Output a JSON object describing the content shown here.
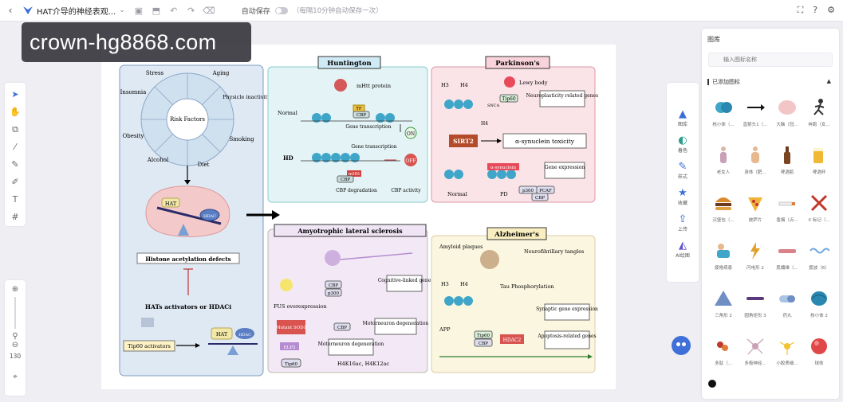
{
  "topbar": {
    "title": "HAT介导的神经表观...",
    "autosave_label": "自动保存",
    "autosave_hint": "（每隔10分钟自动保存一次）"
  },
  "watermark": "crown-hg8868.com",
  "zoom": {
    "value": "130"
  },
  "right_rail": {
    "items": [
      "图库",
      "着色",
      "样式",
      "收藏",
      "上传",
      "AI绘图"
    ]
  },
  "panel": {
    "title": "图库",
    "search_placeholder": "输入图标名称",
    "section": "已添加图标",
    "icons": [
      {
        "label": "核小体（...",
        "icon": "nucleosome"
      },
      {
        "label": "直箭头1（...",
        "icon": "arrow"
      },
      {
        "label": "大脑（冠...",
        "icon": "brain"
      },
      {
        "label": "奔跑（女...",
        "icon": "runner"
      },
      {
        "label": "老女人",
        "icon": "old-woman"
      },
      {
        "label": "身体（肥...",
        "icon": "body"
      },
      {
        "label": "啤酒瓶",
        "icon": "beer-bottle"
      },
      {
        "label": "啤酒杯",
        "icon": "beer-glass"
      },
      {
        "label": "汉堡包（...",
        "icon": "burger"
      },
      {
        "label": "披萨片",
        "icon": "pizza"
      },
      {
        "label": "香烟（点...",
        "icon": "cigarette"
      },
      {
        "label": "X 标记（...",
        "icon": "x-mark"
      },
      {
        "label": "疲倦病患",
        "icon": "tired-patient"
      },
      {
        "label": "闪电形 2",
        "icon": "lightning"
      },
      {
        "label": "肌纖维（...",
        "icon": "muscle-fiber"
      },
      {
        "label": "震波（6）",
        "icon": "wave"
      },
      {
        "label": "三角形 2",
        "icon": "triangle"
      },
      {
        "label": "圆角矩形 3",
        "icon": "rounded-rect"
      },
      {
        "label": "药丸",
        "icon": "pill"
      },
      {
        "label": "核小体 2",
        "icon": "nucleosome-2"
      },
      {
        "label": "多肽（...",
        "icon": "peptide"
      },
      {
        "label": "多极神经...",
        "icon": "neuron"
      },
      {
        "label": "小胶质细...",
        "icon": "microglia"
      },
      {
        "label": "球体",
        "icon": "sphere"
      }
    ]
  },
  "diagram": {
    "left": {
      "risk_factors": [
        "Stress",
        "Aging",
        "Insomnia",
        "Physicle inactivity",
        "Smoking",
        "Diet",
        "Alcohol",
        "Obesity"
      ],
      "center": "Risk Factors",
      "hat": "HAT",
      "hdac": "HDAC",
      "defects": "Histone acetylation defects",
      "treatment": "HATs activators or HDACi",
      "tip60": "Tip60 activators"
    },
    "huntington": {
      "title": "Huntington",
      "protein": "mHtt protein",
      "normal": "Normal",
      "tf": "TF",
      "cbp": "CBP",
      "gene_tx": "Gene transcription",
      "on": "ON",
      "hd": "HD",
      "gene_tx2": "Gene transcription",
      "off": "OFF",
      "mhtt": "mHtt",
      "cbp_deg": "CBP degradation",
      "cbp_act": "CBP activity"
    },
    "parkinsons": {
      "title": "Parkinson's",
      "h3": "H3",
      "h4": "H4",
      "lewy": "Lewy body",
      "snca": "SNCA",
      "tip60": "Tip60",
      "neuroplasticity": "Neuroplasticity related genes",
      "h4b": "H4",
      "sirt2": "SIRT2",
      "toxicity": "α-synuclein toxicity",
      "asyn": "α-synuclein",
      "gene_exp": "Gene expression",
      "normal": "Normal",
      "pd": "PD",
      "p300": "p300",
      "pcaf": "PCAF",
      "cbp": "CBP"
    },
    "als": {
      "title": "Amyotrophic lateral sclerosis",
      "cbp": "CBP",
      "p300": "p300",
      "cognitive": "Cognitive-linked gene",
      "fus": "FUS overexpression",
      "mutant": "Mutant SOD1",
      "cbp2": "CBP",
      "motoneuron1": "Motorneuron degeneration",
      "elp3": "ELP3",
      "motoneuron2": "Motorneuron degeneration",
      "tip60": "Tip60",
      "h4k": "H4K16ac, H4K12ac"
    },
    "alzheimers": {
      "title": "Alzheimer's",
      "plaques": "Amyloid plaques",
      "tangles": "Neurofibrillary tangles",
      "h3": "H3",
      "h4": "H4",
      "tau": "Tau Phosphorylation",
      "synaptic": "Synaptic gene expression",
      "app": "APP",
      "tip60": "Tip60",
      "cbp": "CBP",
      "hdac2": "HDAC2",
      "apoptosis": "Apoptosis-related genes"
    }
  }
}
